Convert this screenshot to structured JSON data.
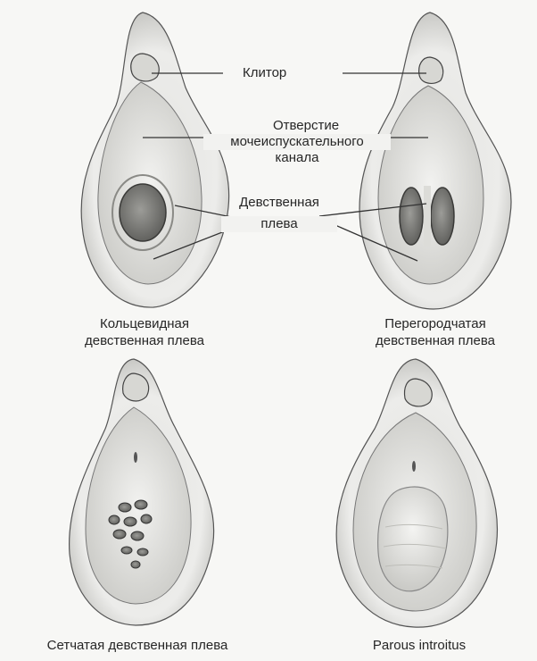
{
  "labels": {
    "clitoris": "Клитор",
    "urethral_line1": "Отверстие",
    "urethral_line2": "мочеиспускательного",
    "urethral_line3": "канала",
    "hymen_line1": "Девственная",
    "hymen_line2": "плева"
  },
  "panels": [
    {
      "caption_line1": "Кольцевидная",
      "caption_line2": "девственная плева"
    },
    {
      "caption_line1": "Перегородчатая",
      "caption_line2": "девственная плева"
    },
    {
      "caption_line1": "Сетчатая девственная плева",
      "caption_line2": ""
    },
    {
      "caption_line1": "Parous introitus",
      "caption_line2": ""
    }
  ],
  "colors": {
    "background": "#f7f7f5",
    "tissue_outer": "#ececea",
    "tissue_shade": "#bdbdb9",
    "line": "#333333"
  }
}
